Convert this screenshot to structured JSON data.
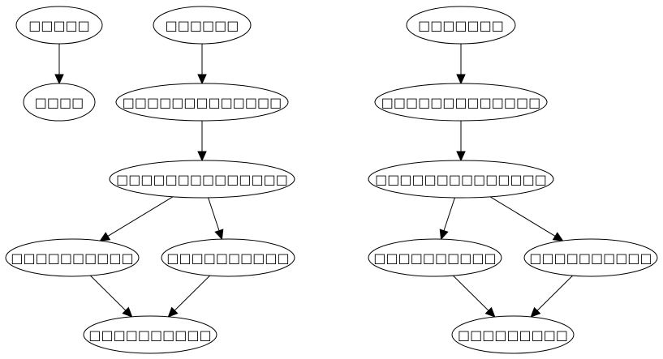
{
  "nodes": [
    {
      "id": "n1",
      "label": "□□□□□"
    },
    {
      "id": "n2",
      "label": "□□□□"
    },
    {
      "id": "n3",
      "label": "□□□□□□"
    },
    {
      "id": "n4",
      "label": "□□□□□□□□□□□□□"
    },
    {
      "id": "n5",
      "label": "□□□□□□□□□□□□□□"
    },
    {
      "id": "n6",
      "label": "□□□□□□□□□□"
    },
    {
      "id": "n7",
      "label": "□□□□□□□□□□"
    },
    {
      "id": "n8",
      "label": "□□□□□□□□□□"
    },
    {
      "id": "n9",
      "label": "□□□□□□□"
    },
    {
      "id": "n10",
      "label": "□□□□□□□□□□□□□"
    },
    {
      "id": "n11",
      "label": "□□□□□□□□□□□□□□"
    },
    {
      "id": "n12",
      "label": "□□□□□□□□□□"
    },
    {
      "id": "n13",
      "label": "□□□□□□□□□□"
    },
    {
      "id": "n14",
      "label": "□□□□□□□□□"
    }
  ],
  "edges": [
    {
      "from": "n1",
      "to": "n2"
    },
    {
      "from": "n3",
      "to": "n4"
    },
    {
      "from": "n4",
      "to": "n5"
    },
    {
      "from": "n5",
      "to": "n6"
    },
    {
      "from": "n5",
      "to": "n7"
    },
    {
      "from": "n6",
      "to": "n8"
    },
    {
      "from": "n7",
      "to": "n8"
    },
    {
      "from": "n9",
      "to": "n10"
    },
    {
      "from": "n10",
      "to": "n11"
    },
    {
      "from": "n11",
      "to": "n12"
    },
    {
      "from": "n11",
      "to": "n13"
    },
    {
      "from": "n12",
      "to": "n14"
    },
    {
      "from": "n13",
      "to": "n14"
    }
  ]
}
